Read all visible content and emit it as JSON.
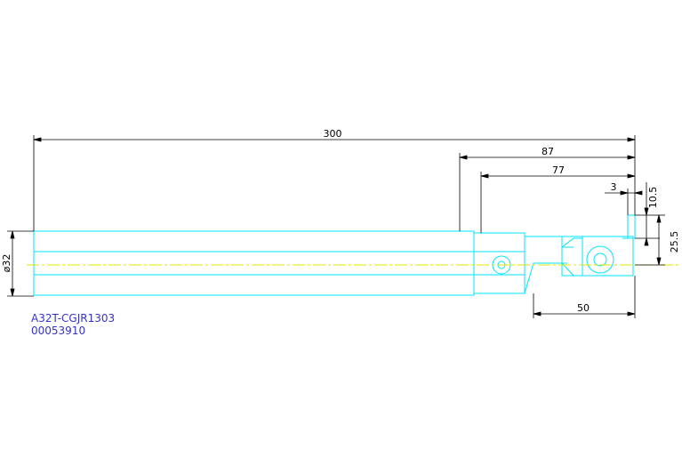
{
  "drawing": {
    "part_number": "A32T-CGJR1303",
    "part_code": "00053910",
    "dimensions": {
      "overall_length": "300",
      "length_87": "87",
      "length_77": "77",
      "offset_3": "3",
      "height_10_5": "10.5",
      "height_25_5": "25.5",
      "head_length": "50",
      "shank_diameter": "ø32"
    },
    "colors": {
      "outline": "#00e5ff",
      "centerline": "#e5e500",
      "dimension": "#000000",
      "label": "#3333cc"
    }
  }
}
